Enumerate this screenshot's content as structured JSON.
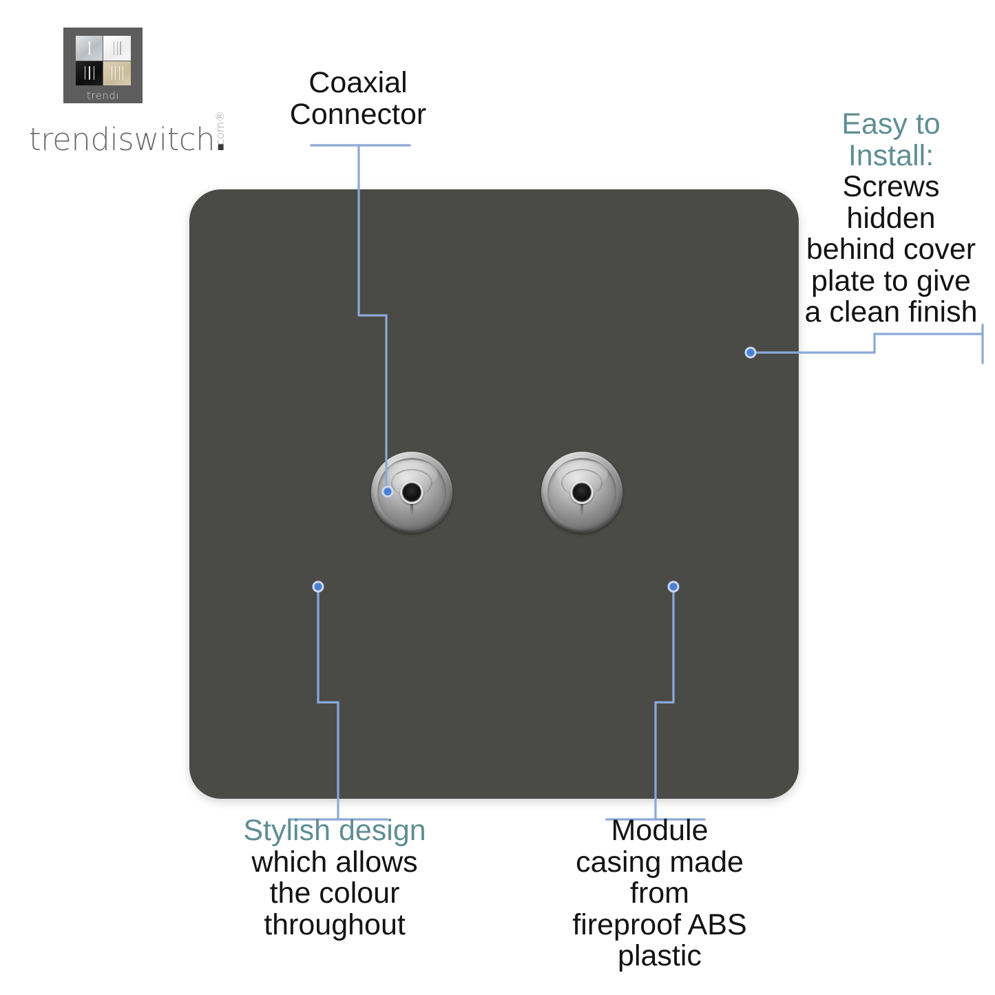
{
  "brand": {
    "tile_label": "trendi",
    "wordmark": "trendiswitch",
    "wordmark_dot": ".",
    "wordmark_tld": ".com®",
    "tile_swatches": [
      "silver",
      "white",
      "black",
      "beige"
    ]
  },
  "product": {
    "name": "Twin Coaxial Socket Faceplate",
    "plate_colour_hex": "#4a4a47",
    "connector_count": 2
  },
  "colors": {
    "accent_teal": "#5f8e93",
    "leader_blue": "#8ba9d8",
    "leader_dot": "#4a7fd4",
    "body_text": "#131313",
    "plate": "#4a4a47",
    "logo_tile": "#5d5d5d",
    "wordmark_grey": "#6f6f6f"
  },
  "callouts": [
    {
      "id": "coaxial-connector",
      "accent_text": "",
      "lines": [
        "Coaxial",
        "Connector"
      ],
      "position": "top-center"
    },
    {
      "id": "easy-to-install",
      "accent_lines": [
        "Easy to",
        "Install:"
      ],
      "lines": [
        "Screws",
        "hidden",
        "behind cover",
        "plate to give",
        "a clean finish"
      ],
      "position": "top-right"
    },
    {
      "id": "stylish-design",
      "accent_lines": [
        "Stylish design"
      ],
      "lines": [
        "which allows",
        "the colour",
        "throughout"
      ],
      "position": "bottom-left"
    },
    {
      "id": "module-casing",
      "accent_lines": [],
      "lines": [
        "Module",
        "casing made",
        "from",
        "fireproof ABS",
        "plastic"
      ],
      "position": "bottom-right"
    }
  ],
  "callout_text": {
    "coaxial": {
      "line1": "Coaxial",
      "line2": "Connector"
    },
    "install": {
      "accent1": "Easy to",
      "accent2": "Install:",
      "line1": "Screws",
      "line2": "hidden",
      "line3": "behind cover",
      "line4": "plate to give",
      "line5": "a clean finish"
    },
    "stylish": {
      "accent1": "Stylish design",
      "line1": "which allows",
      "line2": "the colour",
      "line3": "throughout"
    },
    "module": {
      "line1": "Module",
      "line2": "casing made",
      "line3": "from",
      "line4": "fireproof ABS",
      "line5": "plastic"
    }
  }
}
